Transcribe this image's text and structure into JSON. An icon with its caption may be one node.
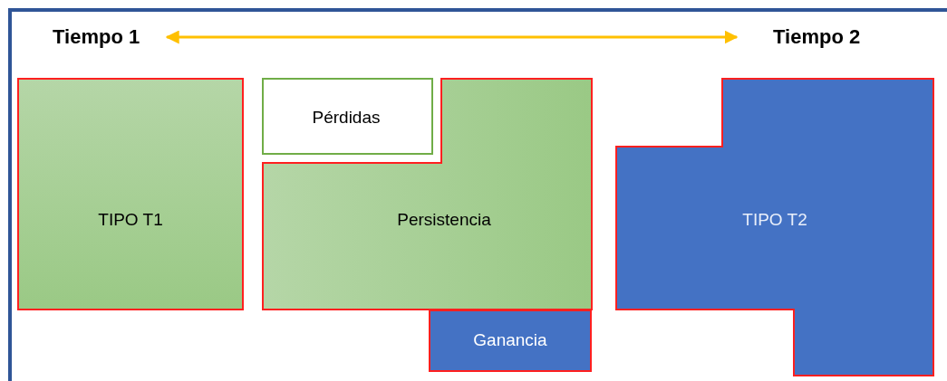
{
  "diagram": {
    "nodes": [
      {
        "text": [
          "Tiempo 1"
        ]
      },
      {
        "text": [
          "Tiempo 2"
        ]
      },
      {
        "text": [
          "TIPO T1"
        ]
      },
      {
        "text": [
          "Pérdidas"
        ]
      },
      {
        "text": [
          "Persistencia"
        ]
      },
      {
        "text": [
          "Ganancia"
        ]
      },
      {
        "text": [
          "TIPO T2"
        ]
      }
    ],
    "edges": [
      {
        "from": 0,
        "to": 1,
        "arrow": "both"
      }
    ]
  }
}
